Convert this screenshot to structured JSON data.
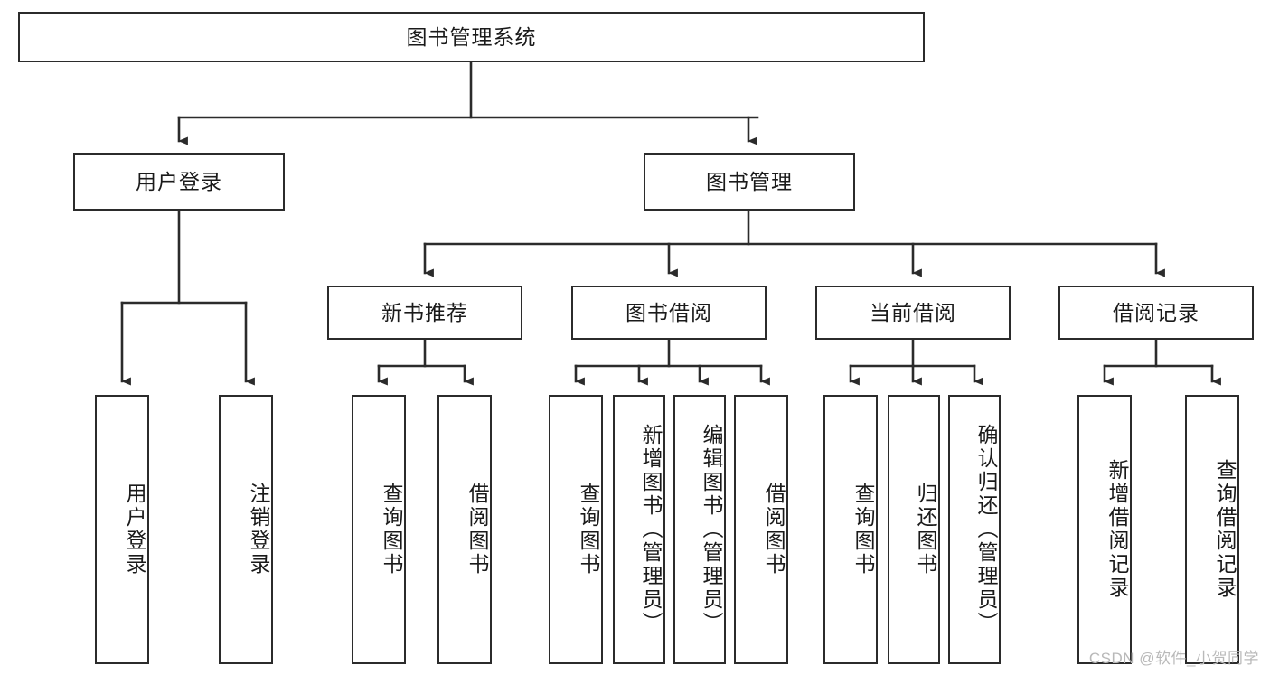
{
  "diagram": {
    "title": "图书管理系统",
    "type": "tree",
    "watermark": "CSDN @软件_小贺同学",
    "colors": {
      "box_border": "#2b2b2b",
      "box_fill": "#ffffff",
      "connector": "#2b2b2b",
      "text": "#1a1a1a",
      "watermark": "#b9b9b9",
      "background": "#ffffff"
    },
    "nodes": {
      "root": {
        "label": "图书管理系统"
      },
      "level2": [
        {
          "id": "user-login",
          "label": "用户登录"
        },
        {
          "id": "book-manage",
          "label": "图书管理"
        }
      ],
      "level3": [
        {
          "id": "new-book-recommend",
          "label": "新书推荐"
        },
        {
          "id": "book-borrow",
          "label": "图书借阅"
        },
        {
          "id": "current-borrow",
          "label": "当前借阅"
        },
        {
          "id": "borrow-record",
          "label": "借阅记录"
        }
      ],
      "leaves": {
        "user_login": [
          {
            "id": "leaf-user-login",
            "label": "用户登录"
          },
          {
            "id": "leaf-logout-login",
            "label": "注销登录"
          }
        ],
        "new_book_recommend": [
          {
            "id": "leaf-query-book-1",
            "label": "查询图书"
          },
          {
            "id": "leaf-borrow-book-1",
            "label": "借阅图书"
          }
        ],
        "book_borrow": [
          {
            "id": "leaf-query-book-2",
            "label": "查询图书"
          },
          {
            "id": "leaf-add-book",
            "label": "新增图书（管理员）"
          },
          {
            "id": "leaf-edit-book",
            "label": "编辑图书（管理员）"
          },
          {
            "id": "leaf-borrow-book-2",
            "label": "借阅图书"
          }
        ],
        "current_borrow": [
          {
            "id": "leaf-query-book-3",
            "label": "查询图书"
          },
          {
            "id": "leaf-return-book",
            "label": "归还图书"
          },
          {
            "id": "leaf-confirm-return",
            "label": "确认归还（管理员）"
          }
        ],
        "borrow_record": [
          {
            "id": "leaf-add-borrow-record",
            "label": "新增借阅记录"
          },
          {
            "id": "leaf-query-borrow-record",
            "label": "查询借阅记录"
          }
        ]
      }
    },
    "edges": [
      {
        "from": "图书管理系统",
        "to": "用户登录"
      },
      {
        "from": "图书管理系统",
        "to": "图书管理"
      },
      {
        "from": "用户登录",
        "to": "用户登录"
      },
      {
        "from": "用户登录",
        "to": "注销登录"
      },
      {
        "from": "图书管理",
        "to": "新书推荐"
      },
      {
        "from": "图书管理",
        "to": "图书借阅"
      },
      {
        "from": "图书管理",
        "to": "当前借阅"
      },
      {
        "from": "图书管理",
        "to": "借阅记录"
      },
      {
        "from": "新书推荐",
        "to": "查询图书"
      },
      {
        "from": "新书推荐",
        "to": "借阅图书"
      },
      {
        "from": "图书借阅",
        "to": "查询图书"
      },
      {
        "from": "图书借阅",
        "to": "新增图书（管理员）"
      },
      {
        "from": "图书借阅",
        "to": "编辑图书（管理员）"
      },
      {
        "from": "图书借阅",
        "to": "借阅图书"
      },
      {
        "from": "当前借阅",
        "to": "查询图书"
      },
      {
        "from": "当前借阅",
        "to": "归还图书"
      },
      {
        "from": "当前借阅",
        "to": "确认归还（管理员）"
      },
      {
        "from": "借阅记录",
        "to": "新增借阅记录"
      },
      {
        "from": "借阅记录",
        "to": "查询借阅记录"
      }
    ]
  }
}
